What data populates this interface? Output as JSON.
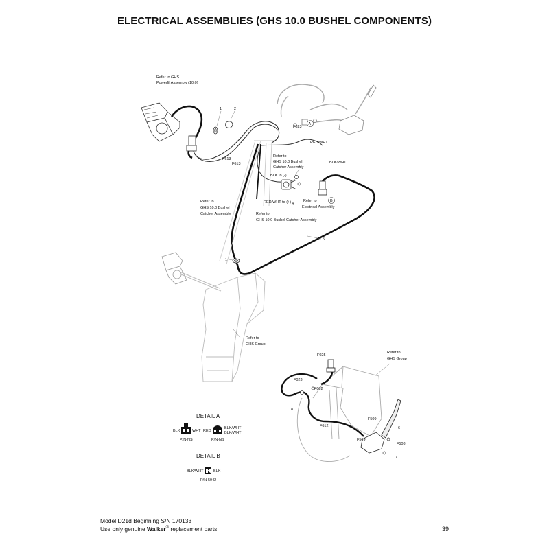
{
  "page": {
    "title": "ELECTRICAL ASSEMBLIES (GHS 10.0 BUSHEL COMPONENTS)",
    "footer_line1": "Model D21d Beginning S/N 170133",
    "footer_line2_pre": "Use only genuine ",
    "footer_brand": "Walker",
    "footer_reg": "®",
    "footer_line2_post": " replacement parts.",
    "page_number": "39"
  },
  "labels": {
    "refer_powerfill_1": "Refer to GHS",
    "refer_powerfill_2": "Powerfil   Assembly (10.0)",
    "item_1_top": "1",
    "item_2": "2",
    "f613_a": "F613",
    "f613_b": "F613",
    "f023_top": "F023",
    "callout_a": "A",
    "red_wht": "RED/WHT",
    "blk_wht": "BLK/WHT",
    "refer_catcher_1": "Refer to",
    "refer_catcher_2": "GHS 10.0 Bushel",
    "refer_catcher_3": "Catcher Assembly",
    "blk_minus": "BLK to (-)",
    "item_3": "3",
    "red_wht_plus": "RED/WHT to (+)",
    "item_4": "4",
    "refer_elec_1": "Refer to",
    "callout_b": "B",
    "refer_elec_2": "Electrical Assembly",
    "refer_left_1": "Refer to",
    "refer_left_2": "GHS 10.0 Bushel",
    "refer_left_3": "Catcher Assembly",
    "refer_lower_1": "Refer to",
    "refer_lower_2": "GHS 10.0 Bushel Catcher Assembly",
    "item_5": "5",
    "item_1_bottom": "1",
    "refer_ghs_1": "Refer to",
    "refer_ghs_2": "GHS Group",
    "f025": "F025",
    "refer_ghs_right_1": "Refer to",
    "refer_ghs_right_2": "GHS Group",
    "f023_bottom": "F023",
    "f002": "F002",
    "item_8_left": "8",
    "f612": "F612",
    "f509_a": "F509",
    "item_6": "6",
    "f509_b": "F509",
    "f508": "F508",
    "item_7": "7"
  },
  "detail_a": {
    "title": "DETAIL A",
    "blk": "BLK",
    "wht": "WHT",
    "pn_left": "P/N-NS",
    "red": "RED",
    "blk_wht_1": "BLK/WHT",
    "blk_wht_2": "BLK/WHT",
    "pn_right": "P/N-NS"
  },
  "detail_b": {
    "title": "DETAIL B",
    "blk_wht": "BLK/WHT",
    "blk": "BLK",
    "pn": "P/N-5942"
  }
}
